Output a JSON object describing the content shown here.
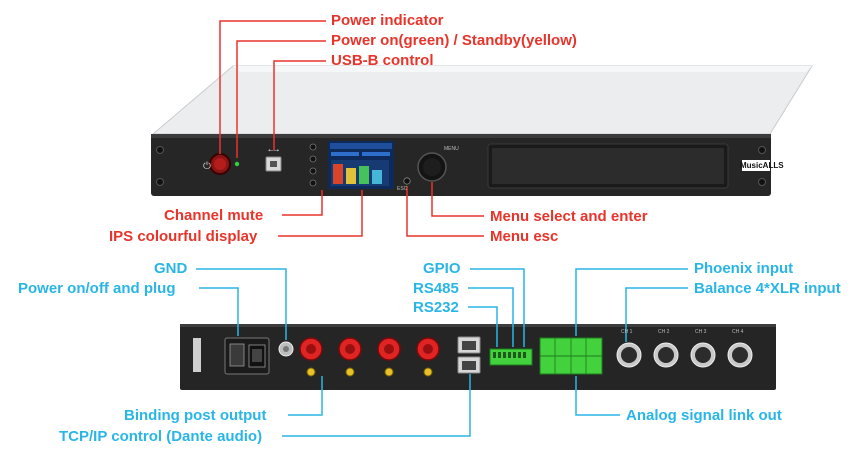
{
  "colors": {
    "front_label": "#e8342a",
    "rear_label": "#29b6e6",
    "chassis": "#2b2b2b",
    "connector_red": "#e02323",
    "terminal_green": "#44d13e",
    "led_green": "#33d13a"
  },
  "front_panel": {
    "brand": "MusicALLS",
    "knob_label": "MENU",
    "esc_label": "ESC",
    "labels": {
      "power_indicator": "Power indicator",
      "power_on_standby": "Power on(green) / Standby(yellow)",
      "usb_control": "USB-B control",
      "channel_mute": "Channel mute",
      "ips_display": "IPS colourful display",
      "menu_select": "Menu select and enter",
      "menu_esc": "Menu esc"
    }
  },
  "rear_panel": {
    "labels": {
      "gnd": "GND",
      "power_plug": "Power on/off and plug",
      "gpio": "GPIO",
      "rs485": "RS485",
      "rs232": "RS232",
      "phoenix_input": "Phoenix input",
      "xlr_input": "Balance 4*XLR input",
      "binding_post": "Binding post output",
      "tcp_ip": "TCP/IP control (Dante audio)",
      "analog_link": "Analog signal link out"
    },
    "xlr_channels": [
      "CH 1",
      "CH 2",
      "CH 3",
      "CH 4"
    ]
  }
}
